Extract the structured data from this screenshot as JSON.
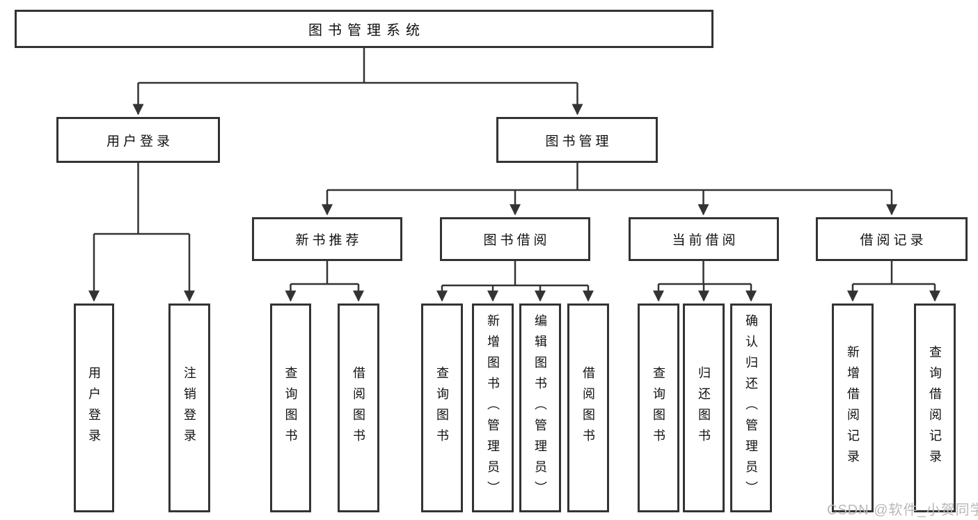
{
  "nodes": {
    "root": "图书管理系统",
    "user_login": "用户登录",
    "book_mgmt": "图书管理",
    "new_books": "新书推荐",
    "borrow": "图书借阅",
    "current": "当前借阅",
    "records": "借阅记录",
    "user_login_children": [
      "用户登录",
      "注销登录"
    ],
    "new_books_children": [
      "查询图书",
      "借阅图书"
    ],
    "borrow_children": [
      "查询图书",
      "新增图书（管理员）",
      "编辑图书（管理员）",
      "借阅图书"
    ],
    "current_children": [
      "查询图书",
      "归还图书",
      "确认归还（管理员）"
    ],
    "records_children": [
      "新增借阅记录",
      "查询借阅记录"
    ]
  },
  "watermark": "CSDN @软件_小贺同学",
  "colors": {
    "line": "#333333",
    "text": "#111111",
    "background": "#ffffff",
    "watermark": "#b9b9b9"
  }
}
